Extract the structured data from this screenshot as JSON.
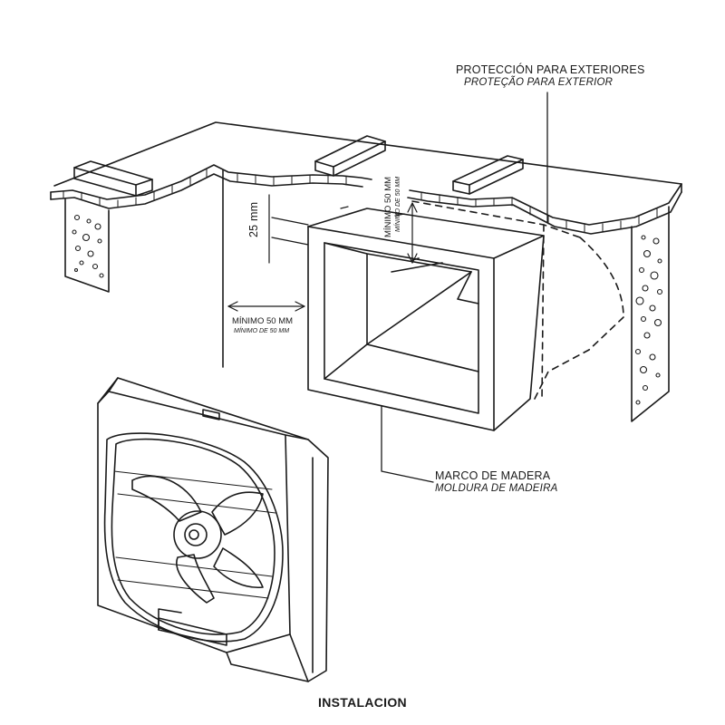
{
  "labels": {
    "protection_es": "PROTECCIÓN PARA EXTERIORES",
    "protection_pt": "PROTEÇÃO PARA EXTERIOR",
    "frame_es": "MARCO DE MADERA",
    "frame_pt": "MOLDURA DE MADEIRA",
    "min_horizontal_es": "MÍNIMO 50 MM",
    "min_horizontal_pt": "MÍNIMO DE 50 MM",
    "min_vertical_es": "MÍNIMO 50 MM",
    "min_vertical_pt": "MÍNIMO DE 50 MM",
    "gap_25": "25 mm"
  },
  "caption": "INSTALACION",
  "colors": {
    "line": "#1a1a1a",
    "background": "#ffffff"
  }
}
